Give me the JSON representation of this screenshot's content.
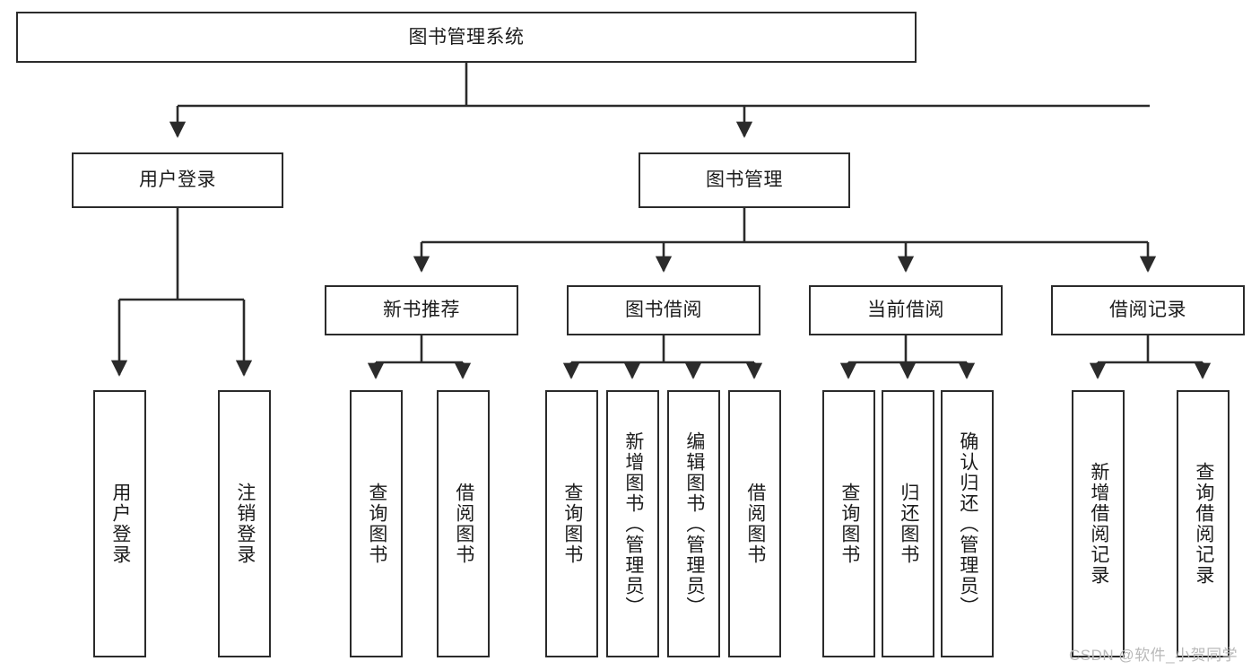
{
  "diagram": {
    "type": "tree-hierarchy",
    "orientation": "top-down",
    "style": {
      "box_fill": "#ffffff",
      "box_stroke": "#2b2b2b",
      "connector_color": "#2b2b2b",
      "text_color": "#1c1c1c",
      "background": "#ffffff"
    },
    "root": {
      "label": "图书管理系统",
      "level": 1
    },
    "level2": [
      {
        "label": "用户登录"
      },
      {
        "label": "图书管理"
      }
    ],
    "level3": [
      {
        "label": "新书推荐"
      },
      {
        "label": "图书借阅"
      },
      {
        "label": "当前借阅"
      },
      {
        "label": "借阅记录"
      }
    ],
    "leaves": {
      "user_login": [
        {
          "label": "用户登录"
        },
        {
          "label": "注销登录"
        }
      ],
      "new_book_recommend": [
        {
          "label": "查询图书"
        },
        {
          "label": "借阅图书"
        }
      ],
      "book_borrow": [
        {
          "label": "查询图书"
        },
        {
          "label": "新增图书（管理员）"
        },
        {
          "label": "编辑图书（管理员）"
        },
        {
          "label": "借阅图书"
        }
      ],
      "current_borrow": [
        {
          "label": "查询图书"
        },
        {
          "label": "归还图书"
        },
        {
          "label": "确认归还（管理员）"
        }
      ],
      "borrow_record": [
        {
          "label": "新增借阅记录"
        },
        {
          "label": "查询借阅记录"
        }
      ]
    }
  },
  "watermark": {
    "text": "CSDN @软件_小贺同学"
  }
}
